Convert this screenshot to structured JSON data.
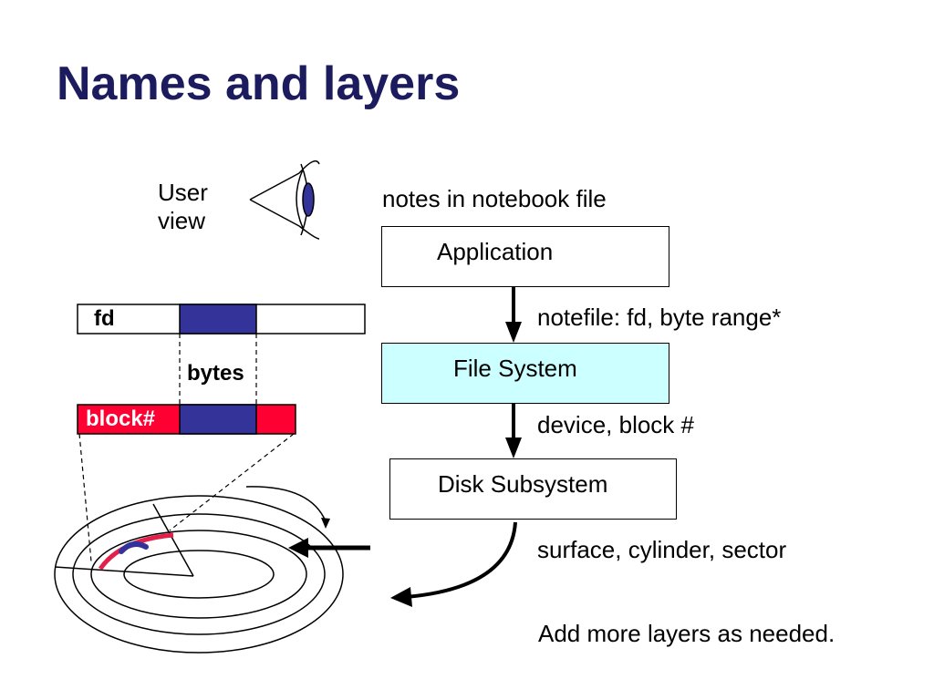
{
  "slide": {
    "title": "Names and layers",
    "user_view_line1": "User",
    "user_view_line2": "view",
    "top_caption": "notes in notebook file",
    "layers": [
      {
        "label": "Application",
        "fill": "#ffffff"
      },
      {
        "label": "File System",
        "fill": "#ccffff"
      },
      {
        "label": "Disk Subsystem",
        "fill": "#ffffff"
      }
    ],
    "arrow_labels": [
      "notefile: fd, byte range*",
      "device, block #",
      "surface, cylinder, sector"
    ],
    "footer_note": "Add more layers as needed.",
    "fd_label": "fd",
    "bytes_label": "bytes",
    "block_label": "block#",
    "colors": {
      "title": "#1b1b5e",
      "bytes_blue": "#333399",
      "block_red": "#ff0033",
      "track_red": "#e3204a",
      "fs_fill": "#ccffff"
    }
  }
}
